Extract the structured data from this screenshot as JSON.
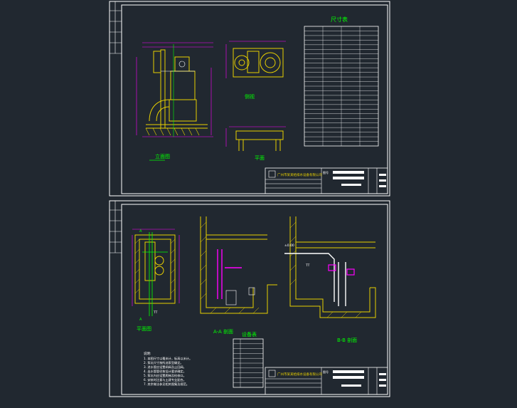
{
  "colors": {
    "background": "#212830",
    "frame": "#ffffff",
    "equipment": "#e8d000",
    "dimension": "#ff00ff",
    "label": "#00ff00",
    "wall": "#e8d000",
    "pipe": "#ff00ff"
  },
  "sheet_top": {
    "views": {
      "front_view_title": "立面图",
      "side_view_title": "侧视",
      "plan_title": "平面"
    },
    "table_title": "尺寸表",
    "title_block": {
      "company": "广州市某某给排水设备有限公司",
      "drawing_no": "图号"
    }
  },
  "sheet_bottom": {
    "views": {
      "plan_view_title": "平面图",
      "section_aa_title": "A-A 剖面",
      "section_bb_title": "B-B 剖面"
    },
    "table_title": "设备表",
    "notes_heading": "说明:",
    "notes": [
      "1. 本图尺寸以毫米计，标高以米计。",
      "2. 泵坑尺寸按所选泵型确定。",
      "3. 进水管应设置闸阀及止回阀。",
      "4. 出水管管径按设计要求确定。",
      "5. 泵坑内应设置爬梯及检修口。",
      "6. 安装时注意与土建专业配合。",
      "7. 其余做法参见相关图集及规范。"
    ],
    "labels": {
      "section_a_marker_top": "A",
      "section_a_marker_bottom": "A",
      "pipe_label": "TT",
      "elevation_label": "±0.00"
    },
    "title_block": {
      "company": "广州市某某给排水设备有限公司",
      "drawing_no": "图号"
    }
  }
}
